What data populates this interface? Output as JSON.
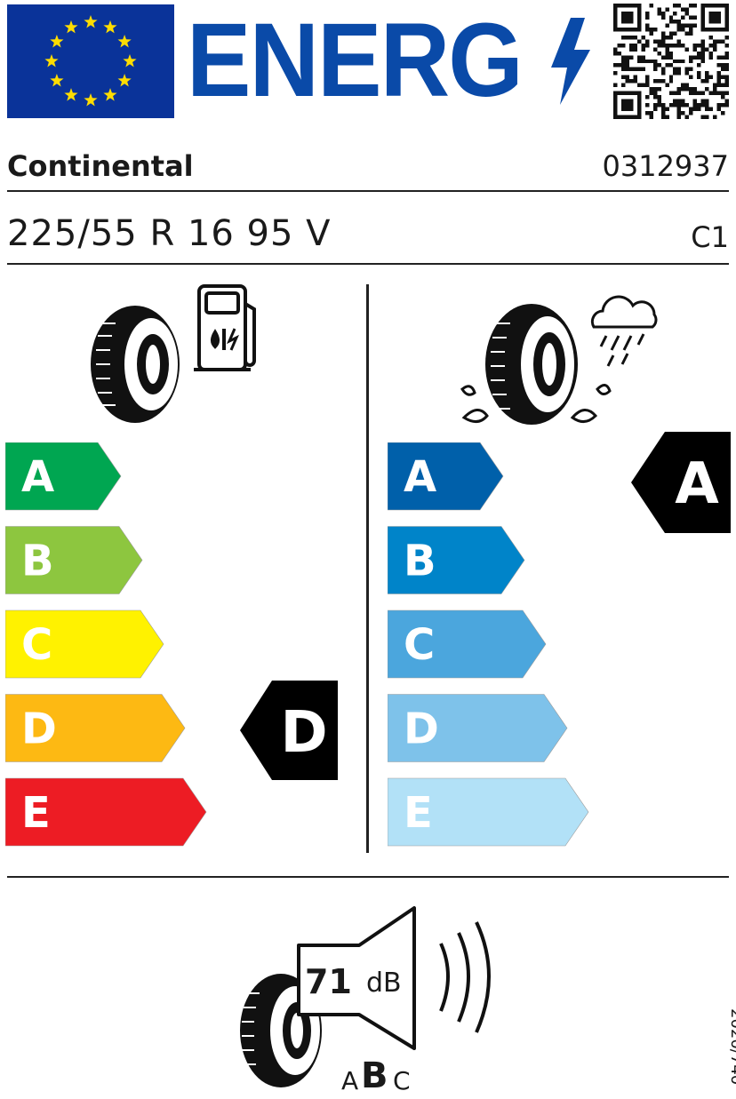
{
  "header": {
    "energy_word": "ENERG",
    "flag_color": "#0a3399",
    "star_color": "#ffdd00",
    "energy_color": "#0a4aa8",
    "icons": [
      "eu-flag-icon",
      "lightning-bolt-icon",
      "qr-code-icon"
    ]
  },
  "product": {
    "supplier": "Continental",
    "model_id": "0312937",
    "size": "225/55 R 16 95 V",
    "tyre_class": "C1"
  },
  "fuel_efficiency": {
    "icon": "tyre-fuel-pump-icon",
    "classes": [
      {
        "label": "A",
        "color": "#00a651"
      },
      {
        "label": "B",
        "color": "#8dc63f"
      },
      {
        "label": "C",
        "color": "#fff200"
      },
      {
        "label": "D",
        "color": "#fdb913"
      },
      {
        "label": "E",
        "color": "#ed1c24"
      }
    ],
    "rating": "D"
  },
  "wet_grip": {
    "icon": "tyre-rain-cloud-icon",
    "classes": [
      {
        "label": "A",
        "color": "#0060aa"
      },
      {
        "label": "B",
        "color": "#0084c9"
      },
      {
        "label": "C",
        "color": "#4ba6dd"
      },
      {
        "label": "D",
        "color": "#7ec2ea"
      },
      {
        "label": "E",
        "color": "#b2e1f7"
      }
    ],
    "rating": "A"
  },
  "noise": {
    "icon": "tyre-speaker-icon",
    "value": "71",
    "unit": "dB",
    "classes": [
      "A",
      "B",
      "C"
    ],
    "rating": "B"
  },
  "regulation": "2020/740"
}
